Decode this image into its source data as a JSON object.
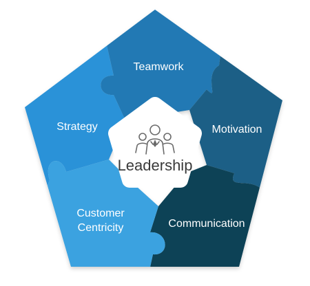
{
  "diagram": {
    "center": {
      "label": "Leadership",
      "icon": "team-people-icon"
    },
    "segments": [
      {
        "id": "teamwork",
        "label": "Teamwork",
        "color": "#2079b4"
      },
      {
        "id": "motivation",
        "label": "Motivation",
        "color": "#1a5f86"
      },
      {
        "id": "communication",
        "label": "Communication",
        "color": "#0f4257"
      },
      {
        "id": "customer",
        "label": "Customer Centricity",
        "lines": [
          "Customer",
          "Centricity"
        ],
        "color": "#3aa2e0"
      },
      {
        "id": "strategy",
        "label": "Strategy",
        "color": "#2a92d8"
      }
    ]
  }
}
